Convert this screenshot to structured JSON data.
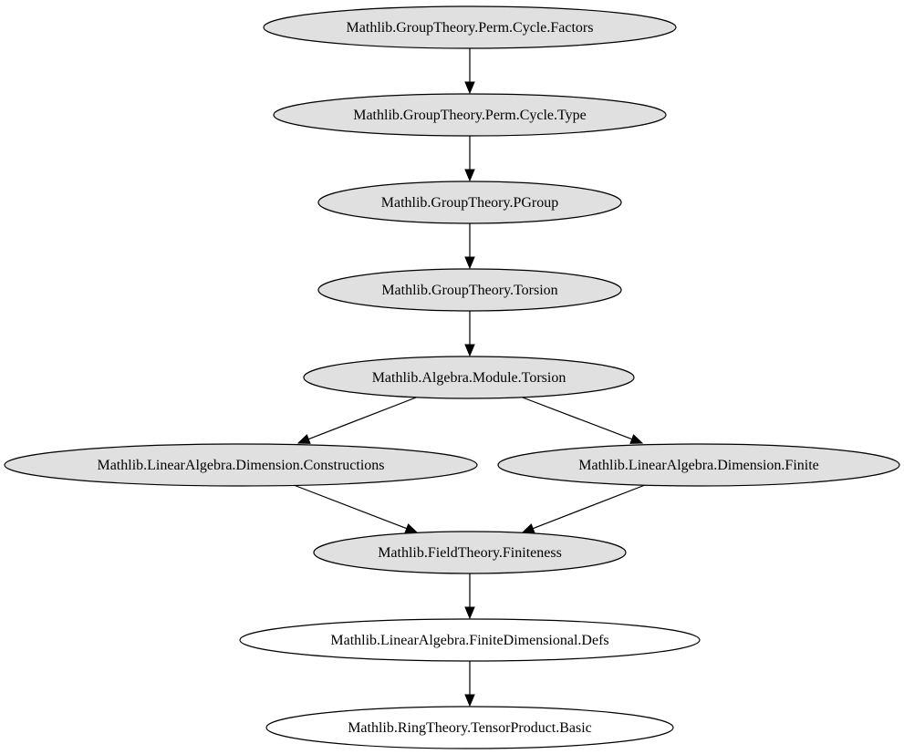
{
  "diagram": {
    "type": "directed-graph",
    "colors": {
      "filled_node": "#e0e0e0",
      "plain_node": "#ffffff",
      "stroke": "#000000",
      "text": "#000000"
    },
    "nodes": [
      {
        "id": "n0",
        "label": "Mathlib.GroupTheory.Perm.Cycle.Factors",
        "filled": true
      },
      {
        "id": "n1",
        "label": "Mathlib.GroupTheory.Perm.Cycle.Type",
        "filled": true
      },
      {
        "id": "n2",
        "label": "Mathlib.GroupTheory.PGroup",
        "filled": true
      },
      {
        "id": "n3",
        "label": "Mathlib.GroupTheory.Torsion",
        "filled": true
      },
      {
        "id": "n4",
        "label": "Mathlib.Algebra.Module.Torsion",
        "filled": true
      },
      {
        "id": "n5",
        "label": "Mathlib.LinearAlgebra.Dimension.Constructions",
        "filled": true
      },
      {
        "id": "n6",
        "label": "Mathlib.LinearAlgebra.Dimension.Finite",
        "filled": true
      },
      {
        "id": "n7",
        "label": "Mathlib.FieldTheory.Finiteness",
        "filled": true
      },
      {
        "id": "n8",
        "label": "Mathlib.LinearAlgebra.FiniteDimensional.Defs",
        "filled": false
      },
      {
        "id": "n9",
        "label": "Mathlib.RingTheory.TensorProduct.Basic",
        "filled": false
      }
    ],
    "edges": [
      {
        "from": "n0",
        "to": "n1"
      },
      {
        "from": "n1",
        "to": "n2"
      },
      {
        "from": "n2",
        "to": "n3"
      },
      {
        "from": "n3",
        "to": "n4"
      },
      {
        "from": "n4",
        "to": "n5"
      },
      {
        "from": "n4",
        "to": "n6"
      },
      {
        "from": "n5",
        "to": "n7"
      },
      {
        "from": "n6",
        "to": "n7"
      },
      {
        "from": "n7",
        "to": "n8"
      },
      {
        "from": "n8",
        "to": "n9"
      }
    ]
  }
}
